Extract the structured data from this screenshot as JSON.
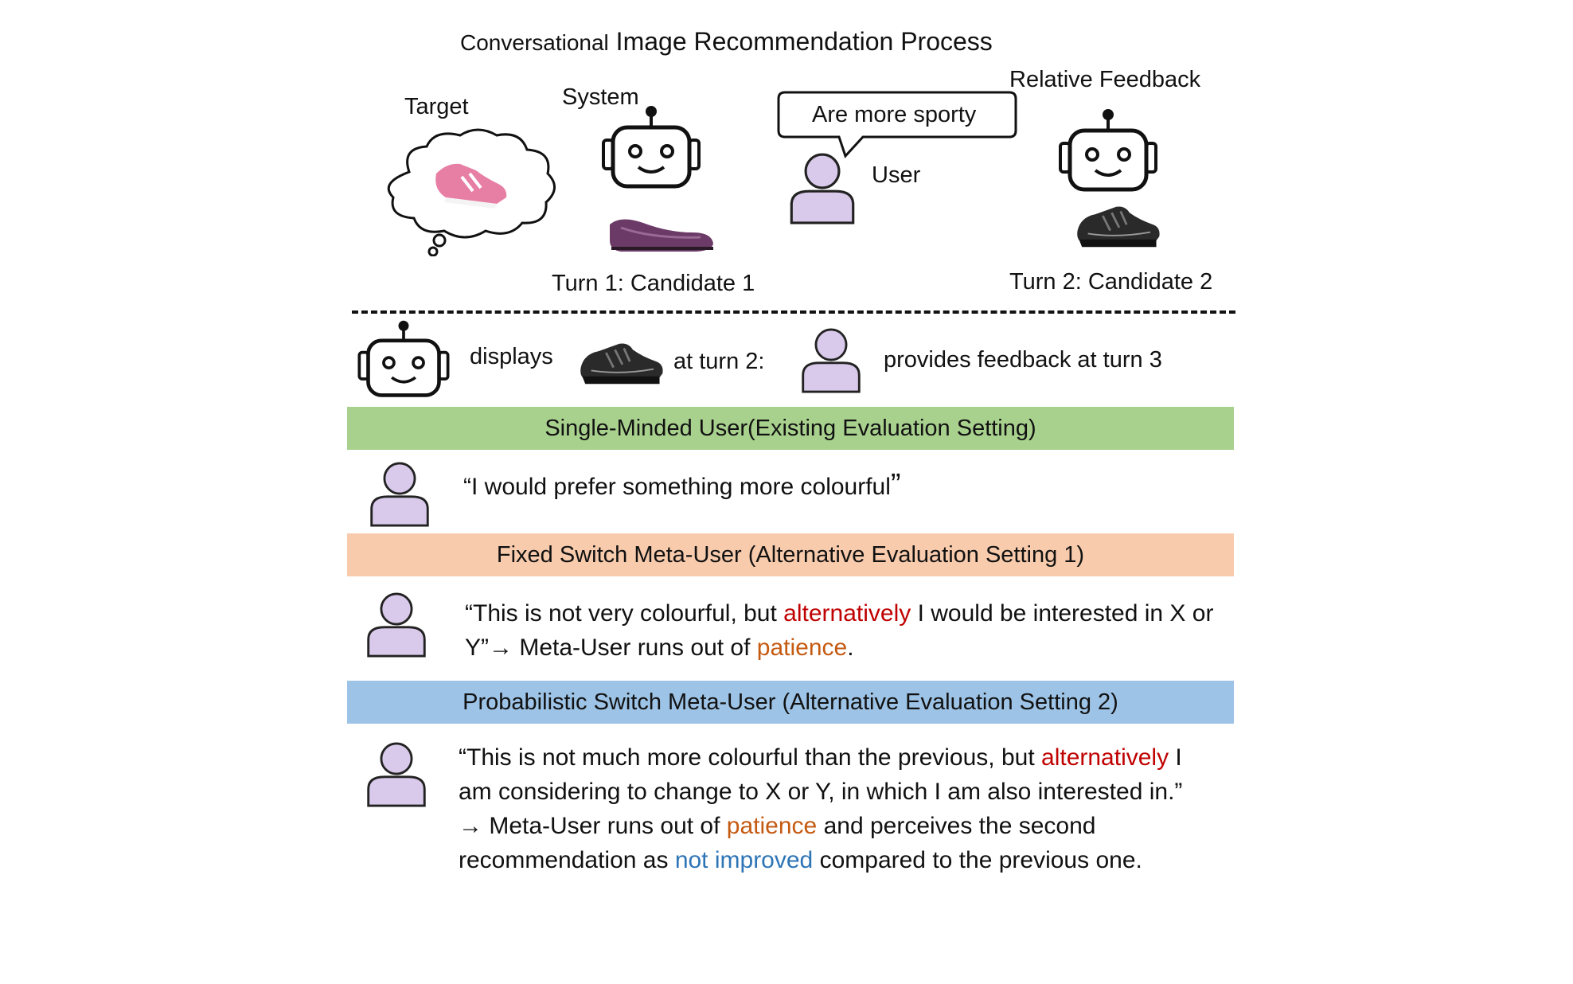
{
  "header": {
    "title_part1": "Conversational",
    "title_part2": "Image Recommendation Process"
  },
  "top_scene": {
    "target_label": "Target",
    "system_label": "System",
    "user_label": "User",
    "speech_bubble": "Are more sporty",
    "relative_feedback_label": "Relative Feedback",
    "turn1_label": "Turn 1: Candidate 1",
    "turn2_label": "Turn 2: Candidate 2"
  },
  "timeline": {
    "displays": "displays",
    "at_turn": "at turn 2:",
    "provides": "provides feedback at turn 3"
  },
  "settings": [
    {
      "band": "Single-Minded User(Existing Evaluation Setting)",
      "quote": "“I would prefer something more colourful",
      "quote_close": "”"
    },
    {
      "band": "Fixed Switch Meta-User (Alternative Evaluation Setting 1)",
      "t1": "“This is not very colourful, but ",
      "alt": "alternatively",
      "t2": " I would be interested in X or Y”",
      "arrow": "→",
      "t3": " Meta-User runs out of ",
      "patience": "patience",
      "t4": "."
    },
    {
      "band": "Probabilistic Switch Meta-User (Alternative Evaluation Setting 2)",
      "t1": "“This is not much more colourful than the previous, but ",
      "alt": "alternatively",
      "t2": " I am considering to change to X or Y, in which I am also interested in.” ",
      "arrow": "→",
      "t3": " Meta-User runs out of ",
      "patience": "patience",
      "t4": " and perceives the second recommendation as ",
      "not_improved": "not improved",
      "t5": " compared to the previous one."
    }
  ],
  "colors": {
    "green_band": "#a9d18e",
    "orange_band": "#f8cbad",
    "blue_band": "#9dc3e6",
    "person_fill": "#d9c9ea",
    "alt_red": "#c00000",
    "patience_orange": "#c55a11",
    "not_improved_blue": "#2e75b6"
  },
  "icons": [
    "robot-icon",
    "person-icon",
    "thought-cloud-icon",
    "pink-sneaker-icon",
    "purple-flat-shoe-icon",
    "black-sneaker-icon"
  ]
}
